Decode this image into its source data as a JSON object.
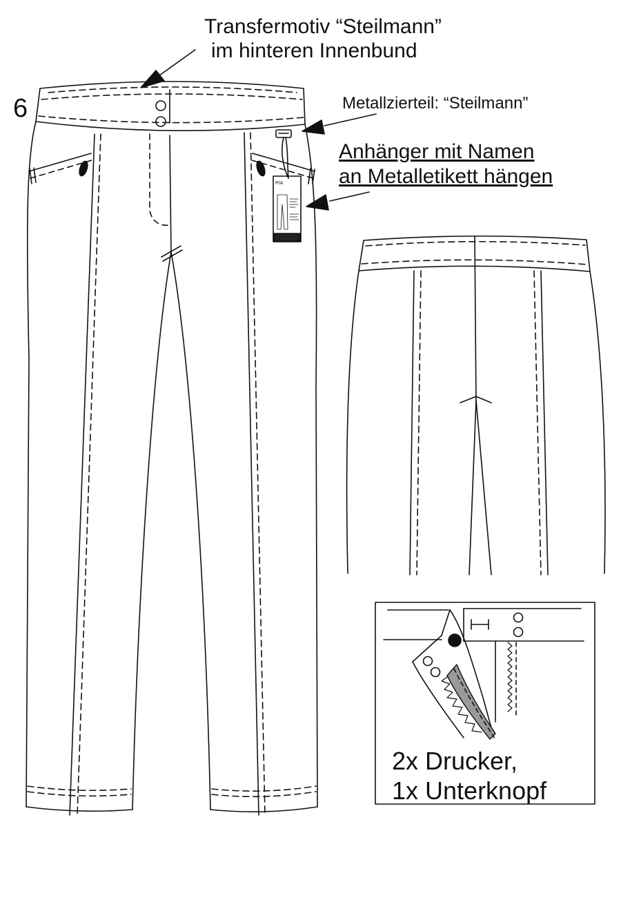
{
  "page_number": "6",
  "annotations": {
    "transfer_line1": "Transfermotiv “Steilmann”",
    "transfer_line2": "im hinteren Innenbund",
    "metal_part": "Metallzierteil: “Steilmann”",
    "tag_line1": "Anhänger mit Namen",
    "tag_line2": "an Metalletikett hängen",
    "fastener_line1": "2x Drucker,",
    "fastener_line2": "1x Unterknopf"
  },
  "hang_tag": {
    "name": "PIA"
  },
  "colors": {
    "line": "#111111",
    "zipper_tape": "#9a9a9a",
    "background": "#ffffff"
  }
}
